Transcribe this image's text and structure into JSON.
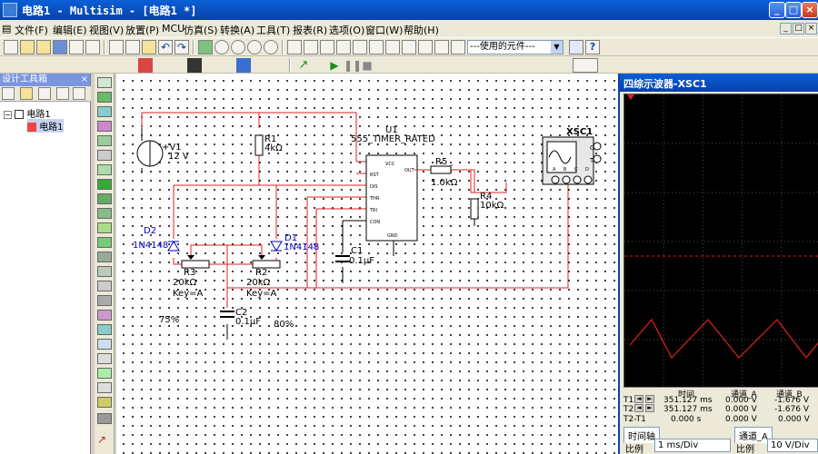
{
  "window": {
    "title": "电路1 - Multisim - [电路1 *]",
    "minimize": "_",
    "maximize": "□",
    "close": "×"
  },
  "menu": {
    "items": [
      "文件(F)",
      "编辑(E)",
      "视图(V)",
      "放置(P)",
      "MCU",
      "仿真(S)",
      "转换(A)",
      "工具(T)",
      "报表(R)",
      "选项(O)",
      "窗口(W)",
      "帮助(H)"
    ],
    "mdi_buttons": [
      "_",
      "□",
      "×"
    ]
  },
  "toolbar": {
    "in_use_list": "---使用的元件---"
  },
  "design_toolbox": {
    "title": "设计工具箱",
    "close": "×",
    "tree": {
      "root_label": "电路1",
      "child_label": "电路1"
    }
  },
  "circuit": {
    "v1": {
      "name": "+V1",
      "value": "12 V"
    },
    "r1": {
      "name": "R1",
      "value": "4kΩ"
    },
    "u1": {
      "name": "U1",
      "model": "555_TIMER_RATED",
      "pins": [
        "VCC",
        "RST",
        "DIS",
        "THR",
        "TRI",
        "CON",
        "OUT",
        "GND"
      ]
    },
    "r5": {
      "name": "R5",
      "value": "1.0kΩ"
    },
    "r4": {
      "name": "R4",
      "value": "10kΩ"
    },
    "c1": {
      "name": "C1",
      "value": "0.1μF"
    },
    "d2": {
      "name": "D2",
      "model": "1N4148"
    },
    "d1": {
      "name": "D1",
      "model": "1N4148"
    },
    "r3": {
      "name": "R3",
      "value": "20kΩ",
      "key": "Key=A",
      "setting": "75%"
    },
    "r2": {
      "name": "R2",
      "value": "20kΩ",
      "key": "Key=A",
      "setting": "80%"
    },
    "c2": {
      "name": "C2",
      "value": "0.1μF"
    },
    "xsc1": {
      "name": "XSC1",
      "terminals": [
        "G",
        "T",
        "A",
        "B",
        "C",
        "D"
      ]
    }
  },
  "oscilloscope": {
    "title": "四综示波器-XSC1",
    "colors": {
      "screen": "#000000",
      "grid": "#4a4a4a",
      "trace": "#e02020",
      "ground_marker": "#e02020"
    },
    "readout": {
      "headers": {
        "time": "时间",
        "channel_a": "通道_A",
        "channel_b": "通道_B"
      },
      "rows": [
        {
          "label": "T1",
          "time": "351.127 ms",
          "a": "0.000 V",
          "b": "-1.676 V"
        },
        {
          "label": "T2",
          "time": "351.127 ms",
          "a": "0.000 V",
          "b": "-1.676 V"
        },
        {
          "label": "T2-T1",
          "time": "0.000 s",
          "a": "0.000 V",
          "b": "0.000 V"
        }
      ]
    },
    "timebase": {
      "title": "时间轴",
      "scale_label": "比例",
      "scale_value": "1 ms/Div"
    },
    "channel": {
      "title": "通道_A",
      "scale_label": "比例",
      "scale_value": "10 V/Div"
    }
  }
}
